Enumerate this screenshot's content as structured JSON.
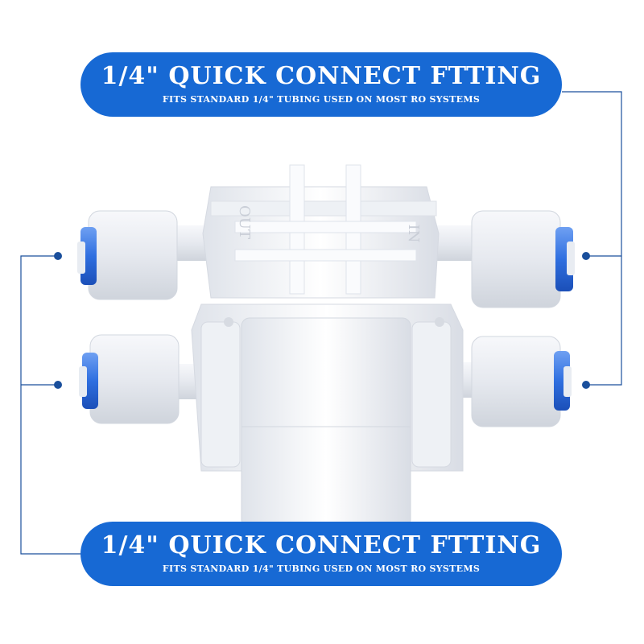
{
  "top_banner": {
    "title": "1/4\" QUICK CONNECT FTTING",
    "subtitle": "FITS STANDARD 1/4\" TUBING USED ON MOST RO SYSTEMS"
  },
  "bottom_banner": {
    "title": "1/4\" QUICK CONNECT FTTING",
    "subtitle": "FITS STANDARD 1/4\" TUBING USED ON MOST RO SYSTEMS"
  },
  "colors": {
    "banner_blue": "#1769d4",
    "callout_line": "#1a4f9c",
    "fitting_white": "#f4f6f9",
    "collet_blue": "#2f6fe0"
  },
  "valve_markings": {
    "left": "OUT",
    "right": "IN"
  }
}
